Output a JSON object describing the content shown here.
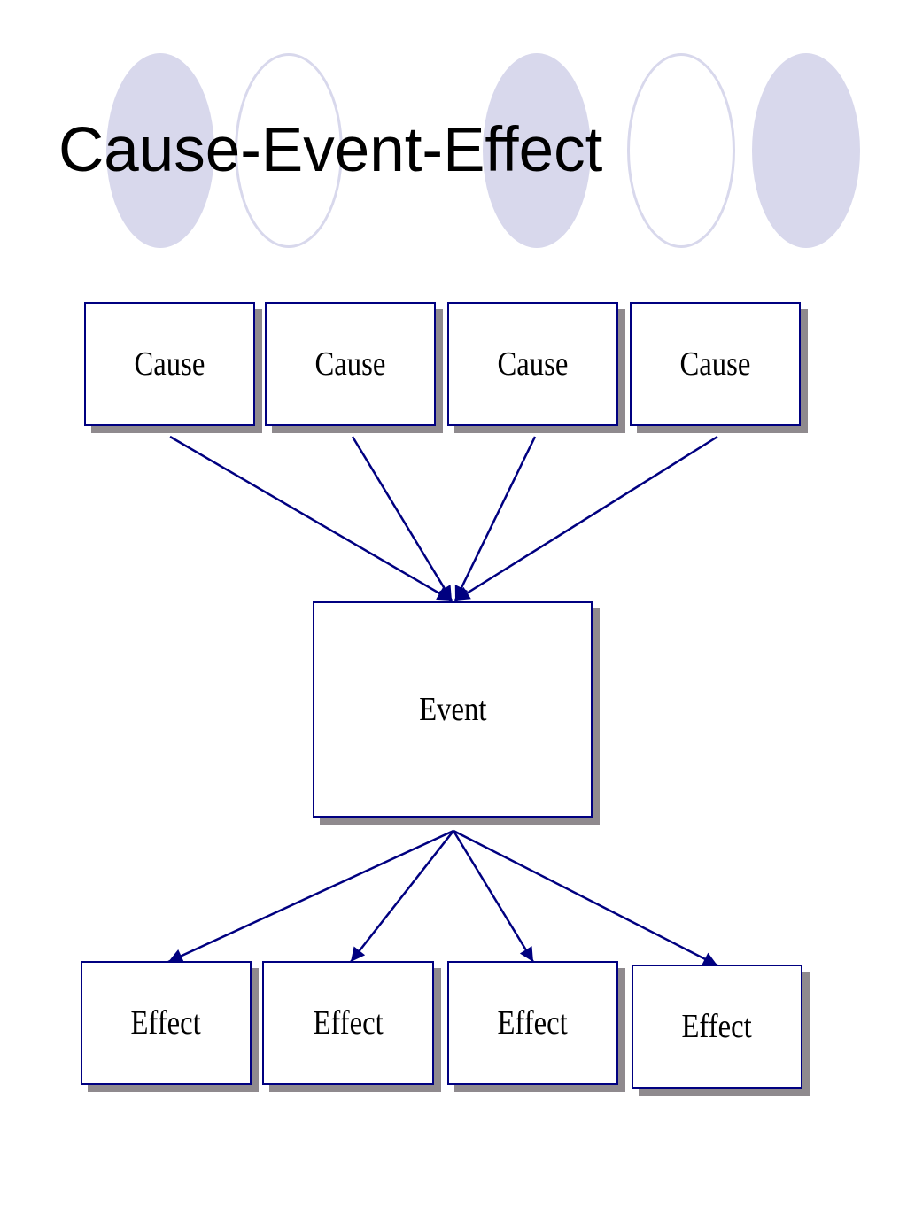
{
  "title": "Cause-Event-Effect",
  "colors": {
    "decoration": "#d8d8ec",
    "box_border": "#000080",
    "arrow": "#000080",
    "shadow": "#8f8a8e"
  },
  "diagram": {
    "causes": [
      {
        "label": "Cause"
      },
      {
        "label": "Cause"
      },
      {
        "label": "Cause"
      },
      {
        "label": "Cause"
      }
    ],
    "event": {
      "label": "Event"
    },
    "effects": [
      {
        "label": "Effect"
      },
      {
        "label": "Effect"
      },
      {
        "label": "Effect"
      },
      {
        "label": "Effect"
      }
    ],
    "edges": [
      {
        "from": "cause-1",
        "to": "event"
      },
      {
        "from": "cause-2",
        "to": "event"
      },
      {
        "from": "cause-3",
        "to": "event"
      },
      {
        "from": "cause-4",
        "to": "event"
      },
      {
        "from": "event",
        "to": "effect-1"
      },
      {
        "from": "event",
        "to": "effect-2"
      },
      {
        "from": "event",
        "to": "effect-3"
      },
      {
        "from": "event",
        "to": "effect-4"
      }
    ]
  }
}
